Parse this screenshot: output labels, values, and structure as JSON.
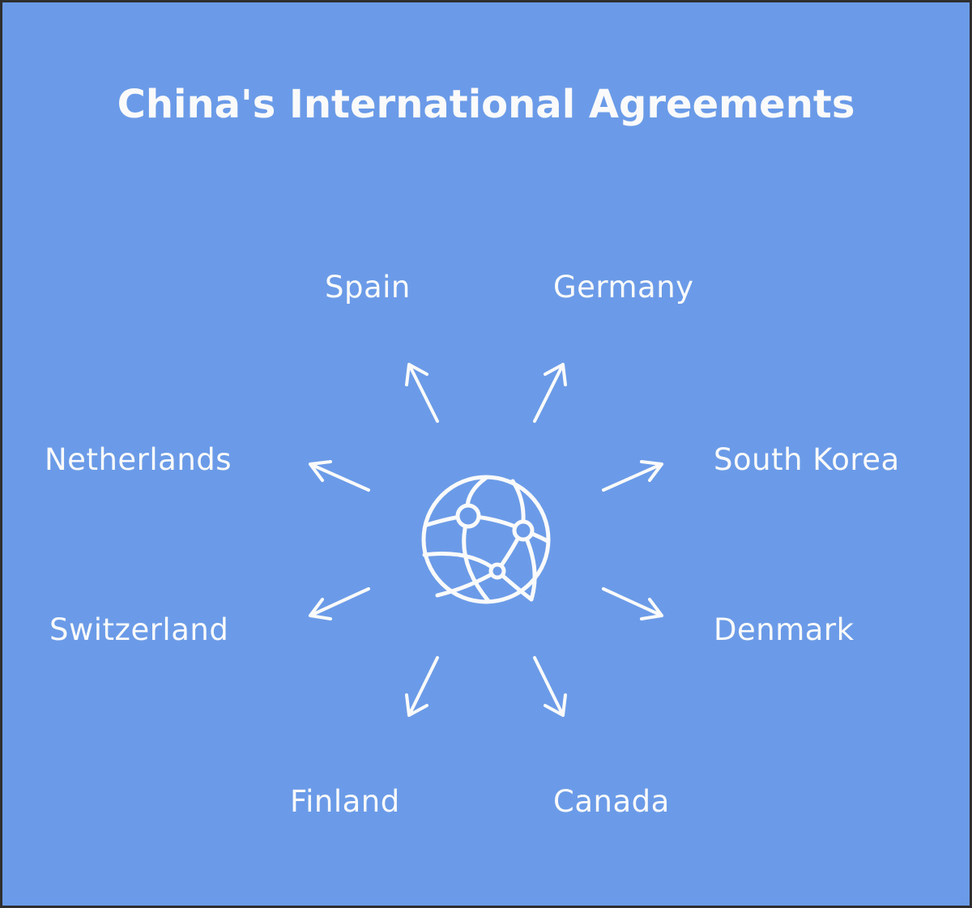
{
  "title": "China's International Agreements",
  "center_icon": "globe-network-icon",
  "colors": {
    "background": "#6b9be8",
    "foreground": "#fafafa",
    "border": "#2e2e2e"
  },
  "countries": [
    "Spain",
    "Germany",
    "Netherlands",
    "South Korea",
    "Switzerland",
    "Denmark",
    "Finland",
    "Canada"
  ]
}
